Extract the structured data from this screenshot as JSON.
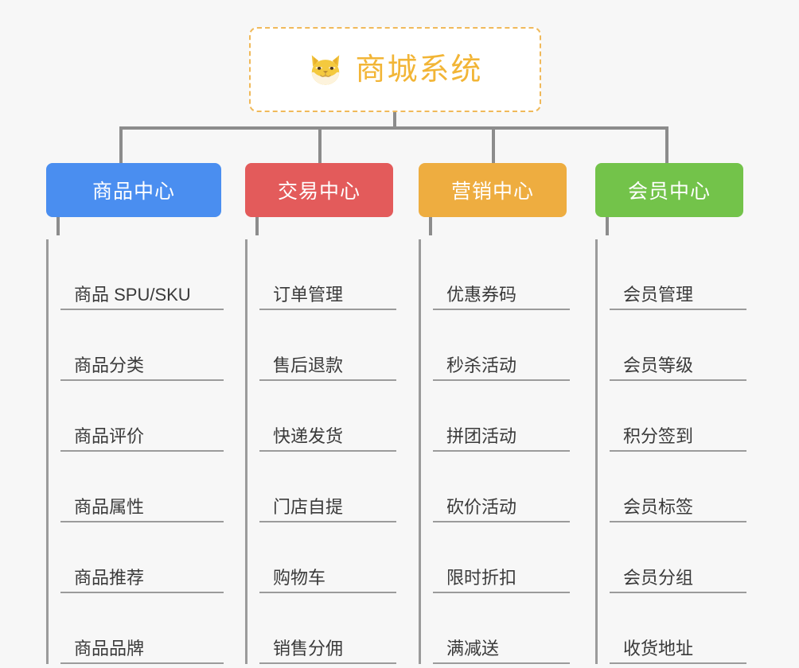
{
  "canvas": {
    "background_color": "#f7f7f7",
    "line_color": "#9b9b9b"
  },
  "root": {
    "title": "商城系统",
    "icon": "shiba-dog-icon",
    "text_color": "#f2b536",
    "border_color": "#f0b95a",
    "background_color": "#ffffff"
  },
  "categories": [
    {
      "label": "商品中心",
      "color": "#4a8ef0",
      "items": [
        "商品 SPU/SKU",
        "商品分类",
        "商品评价",
        "商品属性",
        "商品推荐",
        "商品品牌"
      ]
    },
    {
      "label": "交易中心",
      "color": "#e35b5b",
      "items": [
        "订单管理",
        "售后退款",
        "快递发货",
        "门店自提",
        "购物车",
        "销售分佣"
      ]
    },
    {
      "label": "营销中心",
      "color": "#eead40",
      "items": [
        "优惠券码",
        "秒杀活动",
        "拼团活动",
        "砍价活动",
        "限时折扣",
        "满减送"
      ]
    },
    {
      "label": "会员中心",
      "color": "#73c34a",
      "items": [
        "会员管理",
        "会员等级",
        "积分签到",
        "会员标签",
        "会员分组",
        "收货地址"
      ]
    }
  ]
}
